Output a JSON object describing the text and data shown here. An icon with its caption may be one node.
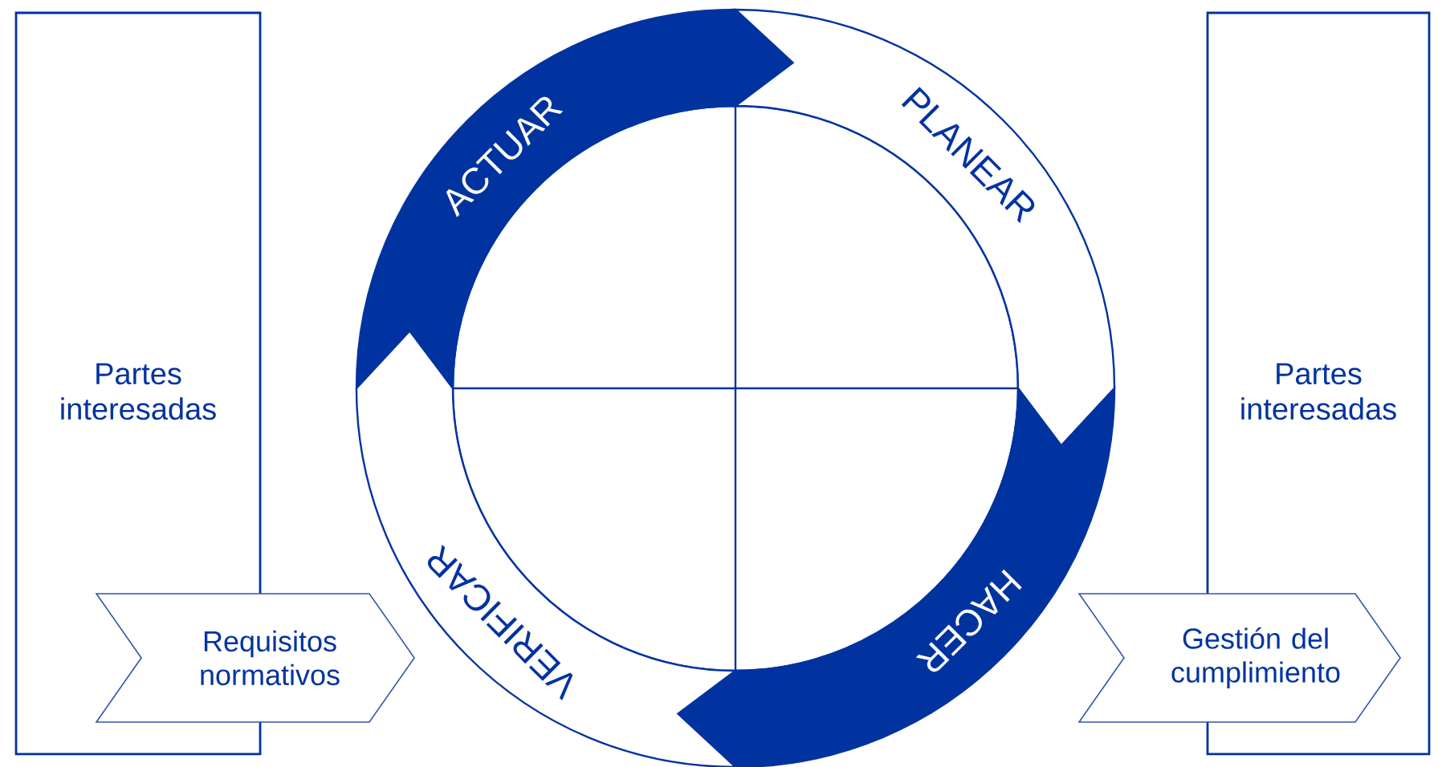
{
  "diagram": {
    "nodes": [
      {
        "text": [
          "Partes interesadas"
        ]
      },
      {
        "text": [
          "Requisitos normativos"
        ]
      },
      {
        "text": [
          "ACTUAR"
        ]
      },
      {
        "text": [
          "PLANEAR"
        ]
      },
      {
        "text": [
          "HACER"
        ]
      },
      {
        "text": [
          "VERIFICAR"
        ]
      },
      {
        "text": [
          "Gestión del cumplimiento"
        ]
      },
      {
        "text": [
          "Partes interesadas"
        ]
      }
    ]
  }
}
